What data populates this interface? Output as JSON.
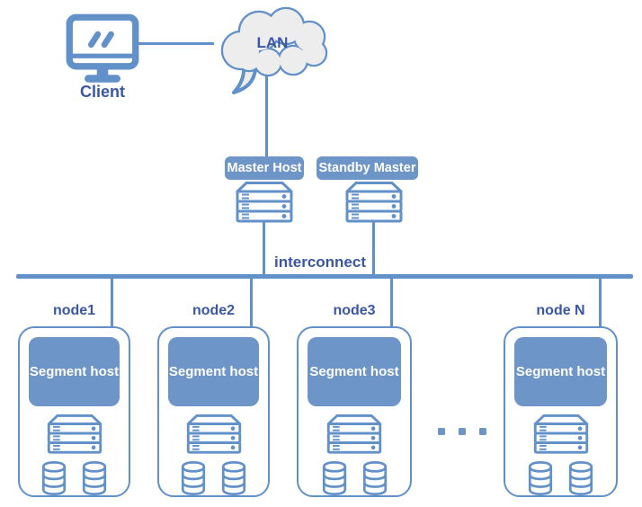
{
  "colors": {
    "line": "#6290c9",
    "fill": "#6e95c7",
    "text": "#3a57a5",
    "cloud": "#ededed"
  },
  "client": {
    "label": "Client",
    "icon": "desktop-monitor-icon"
  },
  "lan": {
    "label": "LAN",
    "icon": "cloud-speech-bubble-icon"
  },
  "masters": {
    "master": {
      "label": "Master Host",
      "icon": "server-stack-icon"
    },
    "standby": {
      "label": "Standby Master",
      "icon": "server-stack-icon"
    }
  },
  "interconnect": {
    "label": "interconnect"
  },
  "nodes": [
    {
      "name": "node1",
      "host": "Segment host"
    },
    {
      "name": "node2",
      "host": "Segment host"
    },
    {
      "name": "node3",
      "host": "Segment host"
    },
    {
      "name": "node N",
      "host": "Segment host"
    }
  ],
  "ellipsis": "...",
  "icons": {
    "client": "desktop-monitor-icon",
    "lan": "cloud-speech-bubble-icon",
    "host": "server-stack-icon",
    "storage": "database-cylinder-icon"
  }
}
